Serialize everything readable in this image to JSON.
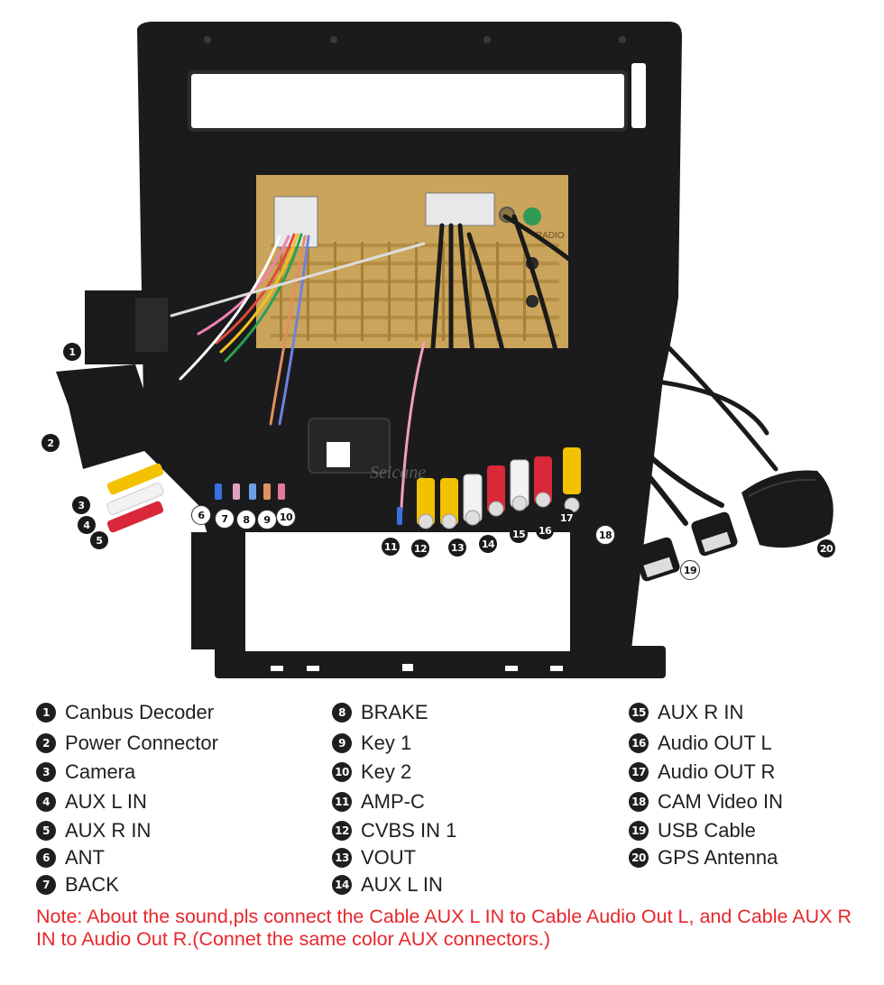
{
  "brand_watermark": "Seicane",
  "legend": [
    {
      "num": "1",
      "label": "Canbus Decoder"
    },
    {
      "num": "2",
      "label": "Power Connector"
    },
    {
      "num": "3",
      "label": "Camera"
    },
    {
      "num": "4",
      "label": "AUX L IN"
    },
    {
      "num": "5",
      "label": "AUX R IN"
    },
    {
      "num": "6",
      "label": "ANT"
    },
    {
      "num": "7",
      "label": "BACK"
    },
    {
      "num": "8",
      "label": "BRAKE"
    },
    {
      "num": "9",
      "label": "Key 1"
    },
    {
      "num": "10",
      "label": "Key 2"
    },
    {
      "num": "11",
      "label": "AMP-C"
    },
    {
      "num": "12",
      "label": "CVBS IN 1"
    },
    {
      "num": "13",
      "label": "VOUT"
    },
    {
      "num": "14",
      "label": "AUX L IN"
    },
    {
      "num": "15",
      "label": "AUX R IN"
    },
    {
      "num": "16",
      "label": "Audio OUT L"
    },
    {
      "num": "17",
      "label": "Audio OUT R"
    },
    {
      "num": "18",
      "label": "CAM Video IN"
    },
    {
      "num": "19",
      "label": "USB Cable"
    },
    {
      "num": "20",
      "label": "GPS Antenna"
    }
  ],
  "unit_labels": {
    "radio": "RADIO"
  },
  "note": "Note: About the sound,pls connect the Cable AUX L IN to Cable Audio Out L, and Cable AUX R IN to  Audio Out R.(Connet the same color AUX connectors.)",
  "colors": {
    "frame": "#1b1b1d",
    "unit": "#c9a45a",
    "rca_yellow": "#f2c200",
    "rca_red": "#d8283a",
    "rca_white": "#f2f2f2",
    "note_red": "#e8262d"
  }
}
